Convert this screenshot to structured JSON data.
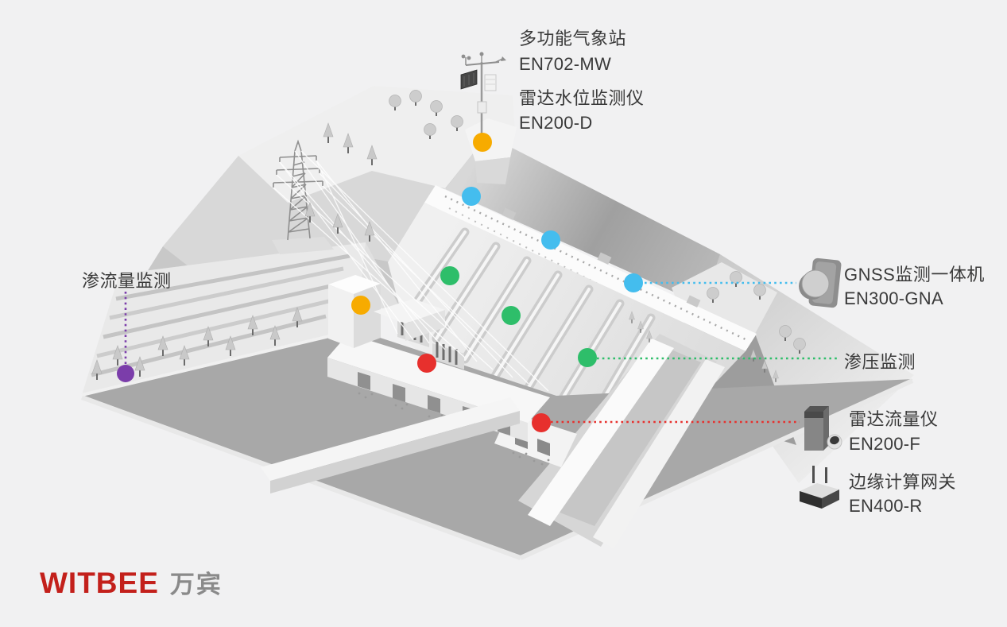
{
  "colors": {
    "background": "#f1f1f2",
    "blue": "#44bdee",
    "green": "#2ebe6a",
    "red": "#e7302d",
    "orange": "#f7ab00",
    "purple": "#7b3daa",
    "text": "#3a3a3a",
    "logo_red": "#c3201b",
    "logo_gray": "#8a8a8a"
  },
  "callouts": {
    "weather_station": {
      "title": "多功能气象站",
      "model": "EN702-MW"
    },
    "radar_level": {
      "title": "雷达水位监测仪",
      "model": "EN200-D"
    },
    "gnss": {
      "title": "GNSS监测一体机",
      "model": "EN300-GNA"
    },
    "seepage_pressure": {
      "title": "渗压监测"
    },
    "radar_flow": {
      "title": "雷达流量仪",
      "model": "EN200-F"
    },
    "edge_gateway": {
      "title": "边缘计算网关",
      "model": "EN400-R"
    },
    "seepage_flow": {
      "title": "渗流量监测"
    }
  },
  "icons": {
    "gnss": "gnss-receiver-icon",
    "radar_flow": "radar-flow-meter-icon",
    "edge_gateway": "gateway-router-icon",
    "weather_station": "weather-station-icon"
  },
  "logo": {
    "brand": "WITBEE",
    "brand_cn": "万宾"
  }
}
